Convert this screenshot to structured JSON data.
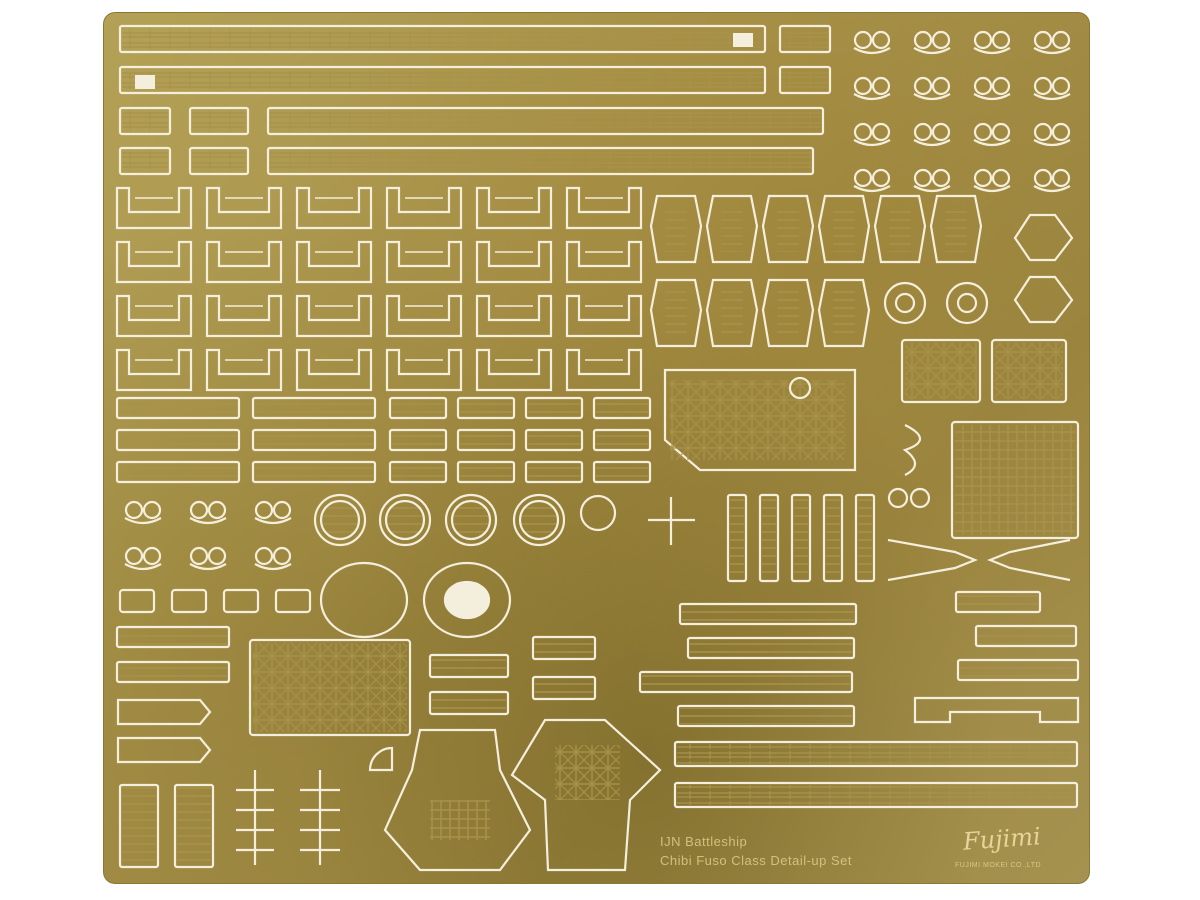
{
  "sheet": {
    "title_line1": "IJN Battleship",
    "title_line2": "Chibi Fuso Class Detail-up Set",
    "brand": "Fujimi",
    "maker": "FUJIMI MOKEI CO.,LTD"
  },
  "colors": {
    "brass": "#a8924a",
    "etch_cut": "#f4eedc",
    "background": "#ffffff"
  }
}
